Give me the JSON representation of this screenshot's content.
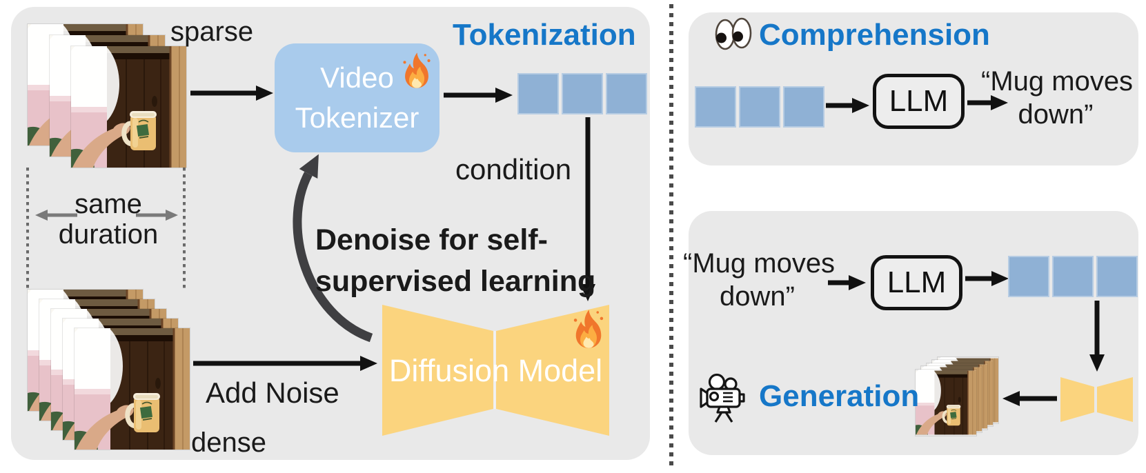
{
  "colors": {
    "accent_blue": "#1677C8",
    "token_blue": "#8FB1D5",
    "tokenizer_blue": "#A9CBEC",
    "model_yellow": "#FBD47E",
    "panel_gray": "#E9E9E9"
  },
  "left_panel": {
    "sparse_label": "sparse",
    "dense_label": "dense",
    "same_duration_line1": "same",
    "same_duration_line2": "duration",
    "tokenizer_line1": "Video",
    "tokenizer_line2": "Tokenizer",
    "tokenization_title": "Tokenization",
    "condition_label": "condition",
    "add_noise_label": "Add Noise",
    "denoise_line1": "Denoise for self-",
    "denoise_line2": "supervised learning",
    "diffusion_label": "Diffusion Model",
    "token_count": 3
  },
  "comprehension_panel": {
    "title": "Comprehension",
    "llm_label": "LLM",
    "caption_line1": "“Mug moves",
    "caption_line2": "down”",
    "token_count": 3
  },
  "generation_panel": {
    "title": "Generation",
    "llm_label": "LLM",
    "caption_line1": "“Mug moves",
    "caption_line2": "down”",
    "token_count": 3
  }
}
